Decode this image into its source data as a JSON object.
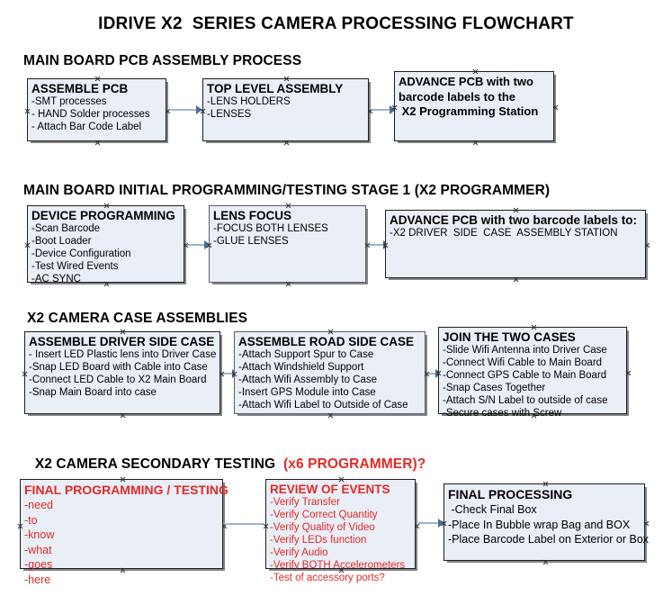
{
  "document": {
    "title": "IDRIVE X2  SERIES CAMERA PROCESSING FLOWCHART"
  },
  "sections": [
    {
      "id": "main-board-pcb-assembly",
      "heading": "MAIN BOARD PCB ASSEMBLY PROCESS",
      "heading_accent": "",
      "boxes": [
        {
          "id": "assemble-pcb",
          "title": "ASSEMBLE PCB",
          "lines": [
            "-SMT processes",
            "- HAND Solder processes",
            "- Attach Bar Code Label"
          ]
        },
        {
          "id": "top-level-assembly",
          "title": "TOP LEVEL ASSEMBLY",
          "lines": [
            "-LENS HOLDERS",
            "-LENSES"
          ]
        },
        {
          "id": "advance-pcb-programming-station",
          "title": "",
          "bold_lines": [
            "ADVANCE PCB with two",
            "barcode labels to the",
            " X2 Programming Station"
          ],
          "lines": []
        }
      ]
    },
    {
      "id": "main-board-initial-programming",
      "heading": "MAIN BOARD INITIAL PROGRAMMING/TESTING STAGE 1 (X2 PROGRAMMER)",
      "heading_accent": "",
      "boxes": [
        {
          "id": "device-programming",
          "title": "DEVICE PROGRAMMING",
          "lines": [
            "-Scan Barcode",
            "-Boot Loader",
            "-Device Configuration",
            "-Test Wired Events",
            "-AC SYNC"
          ]
        },
        {
          "id": "lens-focus",
          "title": "LENS FOCUS",
          "lines": [
            "-FOCUS BOTH LENSES",
            "-GLUE LENSES"
          ]
        },
        {
          "id": "advance-pcb-driver-side-case",
          "title": "ADVANCE PCB with two barcode labels to:",
          "lines": [
            "-X2 DRIVER  SIDE  CASE  ASSEMBLY STATION"
          ]
        }
      ]
    },
    {
      "id": "x2-camera-case-assemblies",
      "heading": "X2 CAMERA CASE ASSEMBLIES",
      "heading_accent": "",
      "boxes": [
        {
          "id": "assemble-driver-side-case",
          "title": "ASSEMBLE DRIVER SIDE CASE",
          "lines": [
            "- Insert LED Plastic lens into Driver Case",
            "-Snap LED Board with Cable into Case",
            "-Connect LED Cable to X2 Main Board",
            "-Snap Main Board into case"
          ]
        },
        {
          "id": "assemble-road-side-case",
          "title": "ASSEMBLE ROAD SIDE CASE",
          "lines": [
            "-Attach Support Spur to Case",
            "-Attach Windshield Support",
            "-Attach Wifi Assembly to Case",
            "-Insert GPS Module into Case",
            "-Attach Wifi Label to Outside of Case"
          ]
        },
        {
          "id": "join-the-two-cases",
          "title": "JOIN THE TWO CASES",
          "lines": [
            "-Slide Wifi Antenna into Driver Case",
            "-Connect Wifi Cable to Main Board",
            "-Connect GPS Cable to Main Board",
            "-Snap Cases Together",
            "-Attach S/N Label to outside of case",
            "-Secure cases with Screw"
          ]
        }
      ]
    },
    {
      "id": "x2-camera-secondary-testing",
      "heading": "X2 CAMERA SECONDARY TESTING  ",
      "heading_accent": "(x6 PROGRAMMER)?",
      "boxes": [
        {
          "id": "final-programming-testing",
          "title": "FINAL PROGRAMMING / TESTING",
          "lines": [
            "-need",
            "-to",
            "-know",
            "-what",
            "-goes",
            "-here"
          ]
        },
        {
          "id": "review-of-events",
          "title": "REVIEW OF EVENTS",
          "lines": [
            "-Verify Transfer",
            "-Verify Correct Quantity",
            "-Verify Quality of Video",
            "-Verify LEDs function",
            "-Verify Audio",
            "-Verify BOTH Accelerometers",
            "-Test of accessory ports?"
          ]
        },
        {
          "id": "final-processing",
          "title": "FINAL PROCESSING",
          "lines": [
            " -Check Final Box",
            "-Place In Bubble wrap Bag and BOX",
            "-Place Barcode Label on Exterior or Box"
          ]
        }
      ]
    }
  ],
  "colors": {
    "box_fill": "#e9eef7",
    "box_border": "#1d1d1d",
    "arrow": "#9bb4cd",
    "arrow_head": "#4a6f9b",
    "accent_red": "#e02a28",
    "text": "#000000"
  }
}
